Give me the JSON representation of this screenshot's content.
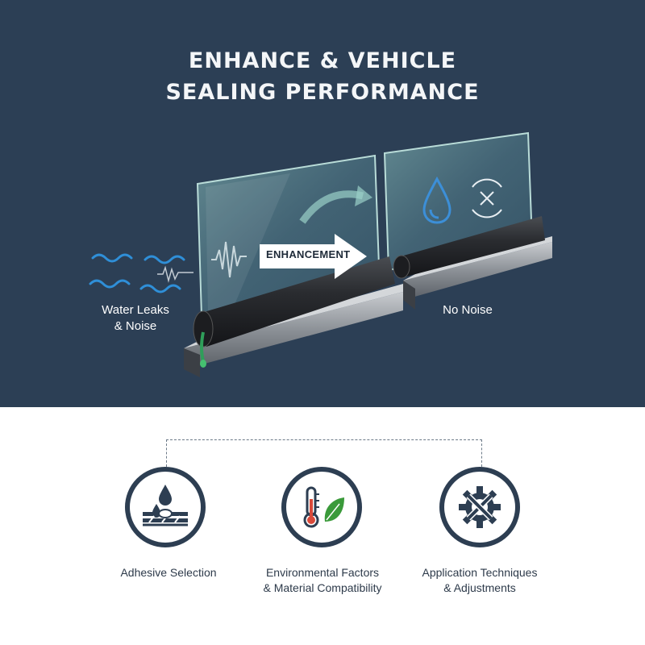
{
  "hero": {
    "title_line1": "ENHANCE & VEHICLE",
    "title_line2": "SEALING PERFORMANCE",
    "arrow_label": "ENHANCEMENT",
    "left_label_line1": "Water Leaks",
    "left_label_line2": "& Noise",
    "right_label": "No Noise"
  },
  "features": [
    {
      "label_line1": "Adhesive Selection",
      "label_line2": "",
      "icon": "adhesive-drop-icon"
    },
    {
      "label_line1": "Environmental Factors",
      "label_line2": "& Material Compatibility",
      "icon": "thermometer-leaf-icon"
    },
    {
      "label_line1": "Application Techniques",
      "label_line2": "& Adjustments",
      "icon": "gear-wrench-icon"
    }
  ],
  "colors": {
    "hero_bg": "#2c3f55",
    "navy": "#2d3e52",
    "wave_blue": "#2f8fd8",
    "leaf_green": "#3a9a3a"
  }
}
